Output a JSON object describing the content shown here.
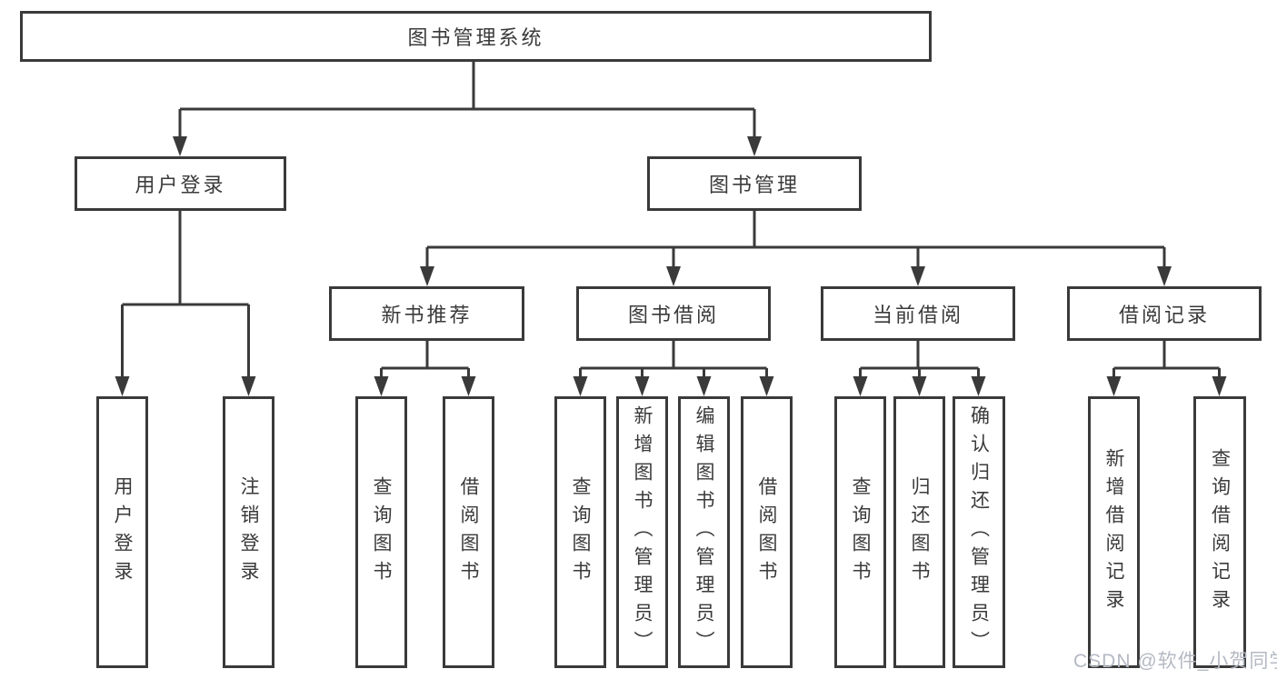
{
  "diagram": {
    "root": {
      "label": "图书管理系统"
    },
    "user_login": {
      "label": "用户登录",
      "children": [
        "用户登录",
        "注销登录"
      ]
    },
    "book_mgmt": {
      "label": "图书管理",
      "groups": [
        {
          "label": "新书推荐",
          "children": [
            "查询图书",
            "借阅图书"
          ]
        },
        {
          "label": "图书借阅",
          "children": [
            "查询图书",
            "新增图书（管理员）",
            "编辑图书（管理员）",
            "借阅图书"
          ]
        },
        {
          "label": "当前借阅",
          "children": [
            "查询图书",
            "归还图书",
            "确认归还（管理员）"
          ]
        },
        {
          "label": "借阅记录",
          "children": [
            "新增借阅记录",
            "查询借阅记录"
          ]
        }
      ]
    }
  },
  "watermark": "CSDN @软件_小贺同学",
  "colors": {
    "line": "#3a3a3a",
    "text": "#3a3a3a",
    "watermark": "#b4b9c3",
    "background": "#ffffff"
  }
}
